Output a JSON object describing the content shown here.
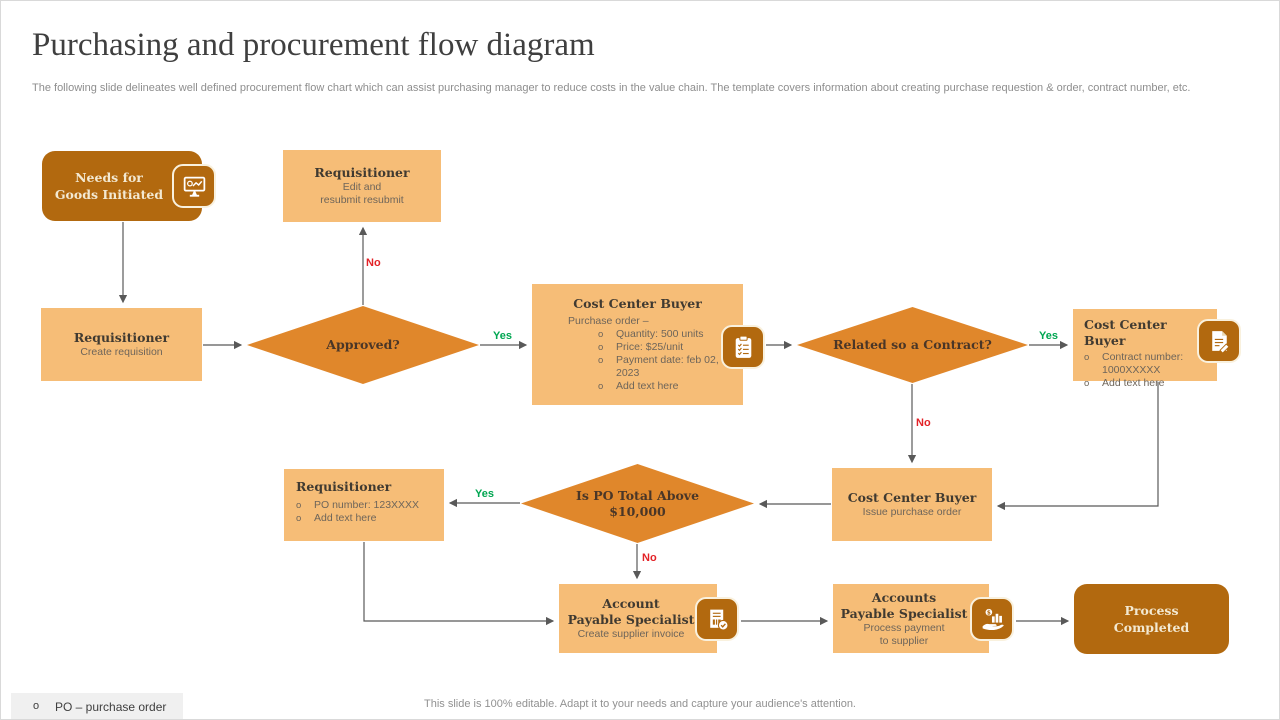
{
  "slide": {
    "title": "Purchasing and procurement flow diagram",
    "subtitle": "The following slide delineates well defined procurement flow chart which can assist purchasing manager to reduce costs in the value chain. The template covers information about creating purchase requestion & order, contract number, etc.",
    "footer_note": "This slide is 100% editable. Adapt it to your needs and capture your audience's attention."
  },
  "ui": {
    "bullet_marker": "o"
  },
  "legend": {
    "marker": "o",
    "text": "PO – purchase  order"
  },
  "colors": {
    "accent_dark": "#b2690f",
    "accent_light": "#f6bd77",
    "diamond_orange": "#e0872b",
    "yes_green": "#00a651",
    "no_red": "#e32227",
    "arrow_gray": "#595959"
  },
  "labels": {
    "yes": "Yes",
    "no": "No"
  },
  "nodes": {
    "needs": {
      "line1": "Needs for",
      "line2": "Goods Initiated",
      "icon": "monitor-chart-icon"
    },
    "edit_resubmit": {
      "title": "Requisitioner",
      "line1": "Edit and",
      "line2": "resubmit resubmit"
    },
    "create_requisition": {
      "title": "Requisitioner",
      "subtitle": "Create requisition"
    },
    "approved": {
      "label": "Approved?"
    },
    "purchase_order": {
      "title": "Cost Center Buyer",
      "intro": "Purchase order –",
      "bullets": [
        "Quantity: 500 units",
        "Price: $25/unit",
        "Payment date: feb 02, 2023",
        "Add text here"
      ],
      "icon": "clipboard-check-icon"
    },
    "related_contract": {
      "label": "Related so a Contract?"
    },
    "contract_number": {
      "title": "Cost Center Buyer",
      "bullets": [
        "Contract number: 1000XXXXX",
        "Add text here"
      ],
      "icon": "document-pencil-icon"
    },
    "issue_po": {
      "title": "Cost Center Buyer",
      "subtitle": "Issue purchase order"
    },
    "po_total": {
      "line1": "Is PO Total Above",
      "line2": "$10,000"
    },
    "po_number": {
      "title": "Requisitioner",
      "bullets": [
        "PO  number:  123XXXX",
        "Add text here"
      ]
    },
    "create_invoice": {
      "line1": "Account",
      "line2": "Payable Specialist",
      "subtitle": "Create supplier invoice",
      "icon": "invoice-check-icon"
    },
    "process_payment": {
      "line1": "Accounts",
      "line2": "Payable Specialist",
      "sub1": "Process payment",
      "sub2": "to supplier",
      "icon": "payment-hand-icon"
    },
    "process_completed": {
      "line1": "Process",
      "line2": "Completed"
    }
  }
}
